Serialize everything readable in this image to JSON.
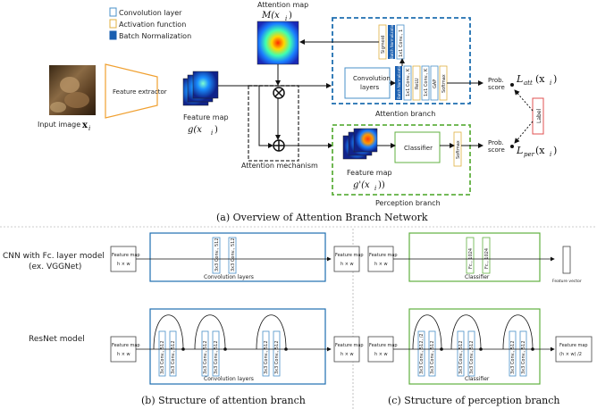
{
  "legend": {
    "conv": "Convolution layer",
    "act": "Activation function",
    "bn": "Batch Normalization"
  },
  "top": {
    "input_label": "Input image",
    "input_var": "x",
    "input_sub": "i",
    "feature_extractor": "Feature extractor",
    "feature_map": "Feature map",
    "g_x": "g(x",
    "g_sub": "i",
    "attention_map": "Attention map",
    "m_x": "M(x",
    "attention_mechanism": "Attention mechanism",
    "conv_layers": "Convolution layers",
    "attention_branch": "Attention branch",
    "perception_branch": "Perception branch",
    "classifier": "Classifier",
    "feature_map2": "Feature map",
    "g_prime": "g'(x",
    "sigmoid": "Sigmoid",
    "bn": "Batch Normalization",
    "conv1": "1x1 Conv., 1",
    "relu": "ReLU",
    "convK1": "1x1 Conv., K",
    "convK2": "1x1 Conv., K",
    "gap": "GAP",
    "softmax": "Softmax",
    "softmax2": "Softmax",
    "label": "Label",
    "prob_score": "Prob.",
    "prob_score2": "score",
    "prob_score3": "Prob.",
    "prob_score4": "score",
    "l_att": "L",
    "l_att_sub": "att",
    "l_per": "L",
    "l_per_sub": "per",
    "l_arg": "(x",
    "caption": "(a) Overview of Attention Branch Network"
  },
  "bottom": {
    "row1_label": "CNN with Fc. layer model",
    "row1_label2": "(ex. VGGNet)",
    "row2_label": "ResNet model",
    "feature_map": "Feature map",
    "hw": "h × w",
    "hw_half": "(h × w) /2",
    "conv512": "3x3 Conv., 512",
    "conv512_2": "3x3 Conv., 512, /2",
    "fc1024": "Fc., 1024",
    "conv_layers": "Convolution layers",
    "classifier": "Classifier",
    "feature_vector": "Feature vector",
    "caption_b": "(b) Structure of attention branch",
    "caption_c": "(c) Structure of perception branch"
  }
}
